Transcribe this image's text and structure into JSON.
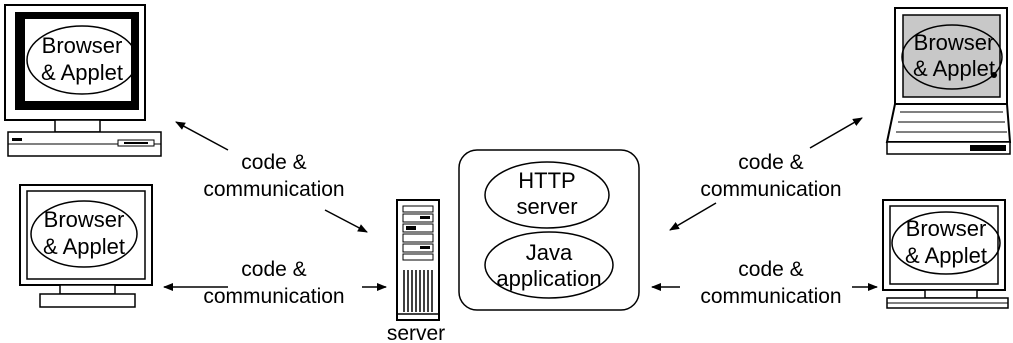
{
  "clients": [
    {
      "line1": "Browser",
      "line2": "& Applet"
    },
    {
      "line1": "Browser",
      "line2": "& Applet"
    },
    {
      "line1": "Browser",
      "line2": "& Applet"
    },
    {
      "line1": "Browser",
      "line2": "& Applet"
    }
  ],
  "links": [
    {
      "line1": "code &",
      "line2": "communication"
    },
    {
      "line1": "code &",
      "line2": "communication"
    },
    {
      "line1": "code &",
      "line2": "communication"
    },
    {
      "line1": "code &",
      "line2": "communication"
    }
  ],
  "server_label": "server",
  "server_box": {
    "http": {
      "line1": "HTTP",
      "line2": "server"
    },
    "java": {
      "line1": "Java",
      "line2": "application"
    }
  }
}
